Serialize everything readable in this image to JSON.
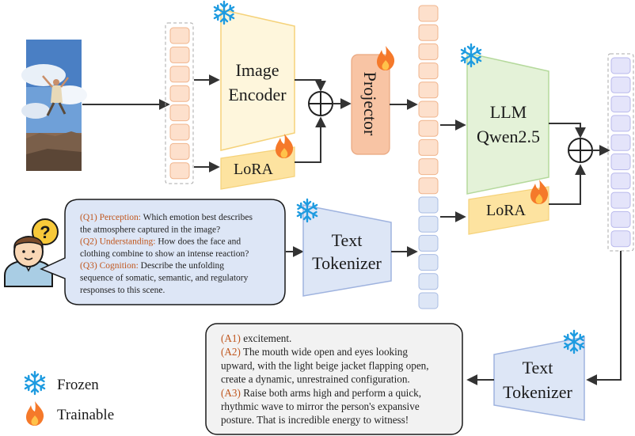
{
  "blocks": {
    "image_encoder": [
      "Image",
      "Encoder"
    ],
    "projector": "Projector",
    "llm": [
      "LLM",
      "Qwen2.5"
    ],
    "lora_1": "LoRA",
    "lora_2": "LoRA",
    "text_tokenizer_1": [
      "Text",
      "Tokenizer"
    ],
    "text_tokenizer_2": [
      "Text",
      "Tokenizer"
    ]
  },
  "question_bubble": {
    "lines": [
      {
        "tag": "(Q1) Perception:",
        "text": " Which emotion best describes"
      },
      {
        "tag": "",
        "text": "the atmosphere captured in the image?"
      },
      {
        "tag": "(Q2) Understanding:",
        "text": " How does the face and"
      },
      {
        "tag": "",
        "text": "clothing combine to show an intense reaction?"
      },
      {
        "tag": "(Q3) Cognition:",
        "text": " Describe the unfolding"
      },
      {
        "tag": "",
        "text": "sequence of somatic, semantic, and regulatory"
      },
      {
        "tag": "",
        "text": "responses to this scene."
      }
    ]
  },
  "answer_box": {
    "lines": [
      {
        "tag": "(A1)",
        "text": " excitement."
      },
      {
        "tag": "(A2)",
        "text": " The mouth wide open and eyes looking"
      },
      {
        "tag": "",
        "text": "upward, with the light beige jacket flapping open,"
      },
      {
        "tag": "",
        "text": "create a dynamic, unrestrained configuration."
      },
      {
        "tag": "(A3)",
        "text": " Raise both arms high and perform a quick,"
      },
      {
        "tag": "",
        "text": "rhythmic wave to mirror the person's expansive"
      },
      {
        "tag": "",
        "text": "posture. That is incredible energy to witness!"
      }
    ]
  },
  "legend": {
    "frozen": "Frozen",
    "trainable": "Trainable"
  },
  "colors": {
    "encoder_fill": "#fef6dc",
    "encoder_stroke": "#f5d27a",
    "lora_fill": "#fde3a0",
    "projector_fill": "#f8c4a4",
    "llm_fill": "#e4f2d8",
    "llm_stroke": "#b5d99c",
    "tokenizer_fill": "#dde6f6",
    "tokenizer_stroke": "#9fb3df",
    "bubble_fill": "#dde6f6",
    "answer_fill": "#f2f2f2",
    "token_orange": "#fde0cc",
    "token_blue": "#dde6f6",
    "token_purple": "#e4e4fa",
    "snow": "#1e9be0",
    "flame": "#f5792a",
    "tag_color": "#c0561d"
  },
  "icons": [
    "snowflake-icon",
    "flame-icon",
    "person-question-icon",
    "photo-jumping-person"
  ]
}
